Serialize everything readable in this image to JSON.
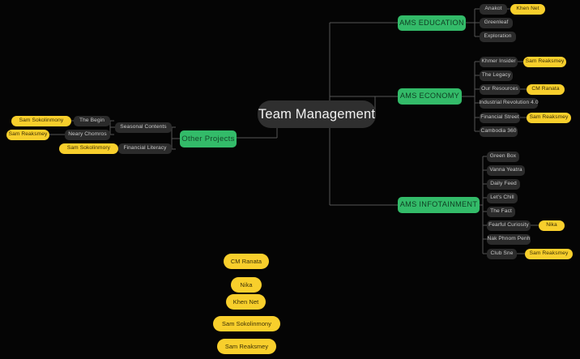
{
  "diagram": {
    "type": "mind-map",
    "title": "Team Management",
    "background_color": "#050505",
    "colors": {
      "root": "#2f2f2f",
      "category": "#33bb69",
      "topic": "#2b2b2b",
      "person": "#f8cf2c",
      "link": "#555555",
      "root_text": "#f2f2f2",
      "category_text": "#0f3d22",
      "topic_text": "#c9c9c9",
      "person_text": "#3a2f05"
    }
  },
  "root": {
    "label": "Team Management"
  },
  "categories": {
    "education": {
      "label": "AMS EDUCATION"
    },
    "economy": {
      "label": "AMS ECONOMY"
    },
    "infotainment": {
      "label": "AMS INFOTAINMENT"
    },
    "other_projects": {
      "label": "Other Projects"
    }
  },
  "education_items": [
    {
      "label": "Anakot",
      "owner": "Khen Net"
    },
    {
      "label": "Greenleaf",
      "owner": null
    },
    {
      "label": "Exploration",
      "owner": null
    }
  ],
  "economy_items": [
    {
      "label": "Khmer Insider",
      "owner": "Sam Reaksmey"
    },
    {
      "label": "The Legacy",
      "owner": null
    },
    {
      "label": "Our Resources",
      "owner": "CM Ranata"
    },
    {
      "label": "Industrial Revolution 4.0",
      "owner": null
    },
    {
      "label": "Financial Street",
      "owner": "Sam Reaksmey"
    },
    {
      "label": "Cambodia 360",
      "owner": null
    }
  ],
  "infotainment_items": [
    {
      "label": "Green Box",
      "owner": null
    },
    {
      "label": "Vanna Yeatra",
      "owner": null
    },
    {
      "label": "Daily Feed",
      "owner": null
    },
    {
      "label": "Let's Chill",
      "owner": null
    },
    {
      "label": "The Fact",
      "owner": null
    },
    {
      "label": "Fearful Curiosity",
      "owner": "Nika"
    },
    {
      "label": "Nak Phnom Penh",
      "owner": null
    },
    {
      "label": "Club Sne",
      "owner": "Sam Reaksmey"
    }
  ],
  "other_projects_items": [
    {
      "label": "Seasonal Contents",
      "children": [
        {
          "label": "The Begin",
          "owner": "Sam Sokolinmony"
        },
        {
          "label": "Neary Chomros",
          "owner": "Sam Reaksmey"
        }
      ]
    },
    {
      "label": "Financial Literacy",
      "children": [
        {
          "label": null,
          "owner": "Sam Sokolinmory"
        }
      ]
    }
  ],
  "legend_people": [
    {
      "label": "CM Ranata"
    },
    {
      "label": "Nika"
    },
    {
      "label": "Khen Net"
    },
    {
      "label": "Sam Sokolinmony"
    },
    {
      "label": "Sam Reaksmey"
    }
  ]
}
